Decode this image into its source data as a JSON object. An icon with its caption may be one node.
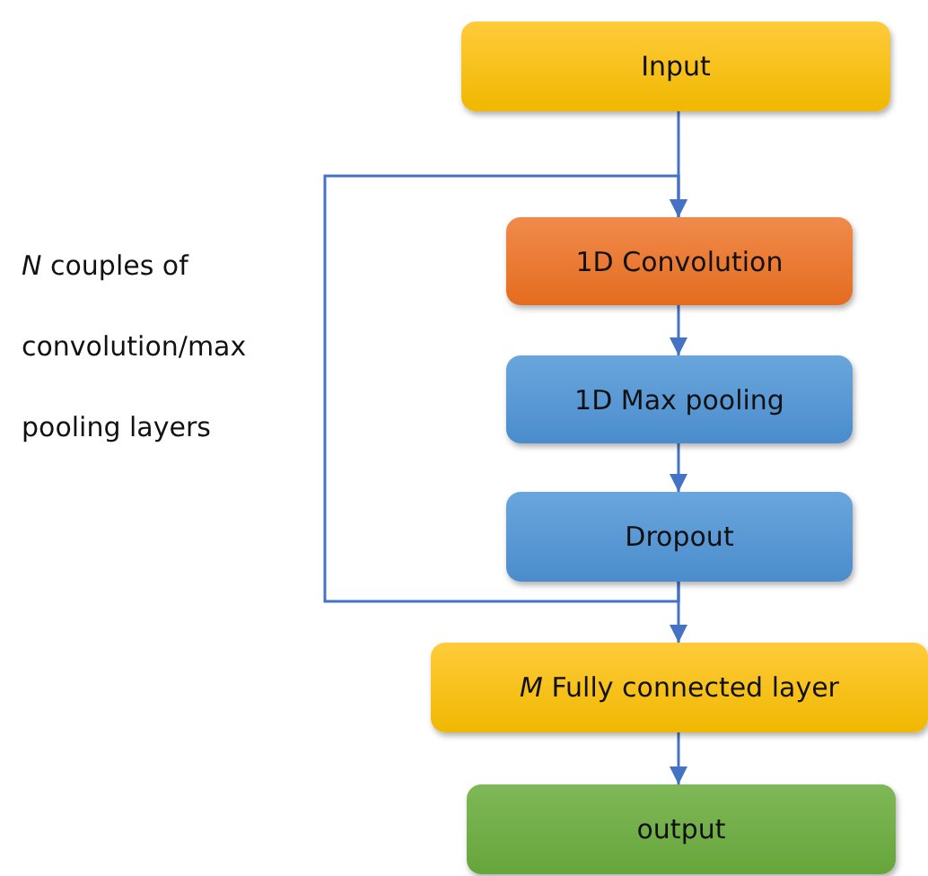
{
  "diagram": {
    "nodes": [
      {
        "text": [
          "Input"
        ]
      },
      {
        "text": [
          "1D Convolution"
        ]
      },
      {
        "text": [
          "1D Max pooling"
        ]
      },
      {
        "text": [
          "Dropout"
        ]
      },
      {
        "text": [
          "*M* Fully connected layer"
        ]
      },
      {
        "text": [
          "output"
        ]
      }
    ],
    "edges": [
      {
        "from": 0,
        "to": 1,
        "arrow": "to"
      },
      {
        "from": 1,
        "to": 2,
        "arrow": "to"
      },
      {
        "from": 2,
        "to": 3,
        "arrow": "to"
      },
      {
        "from": 3,
        "to": 4,
        "arrow": "to"
      },
      {
        "from": 4,
        "to": 5,
        "arrow": "to"
      },
      {
        "from": 3,
        "to": 1,
        "arrow": "to"
      }
    ],
    "labels": [
      "*N* couples of convolution/max pooling layers"
    ]
  }
}
